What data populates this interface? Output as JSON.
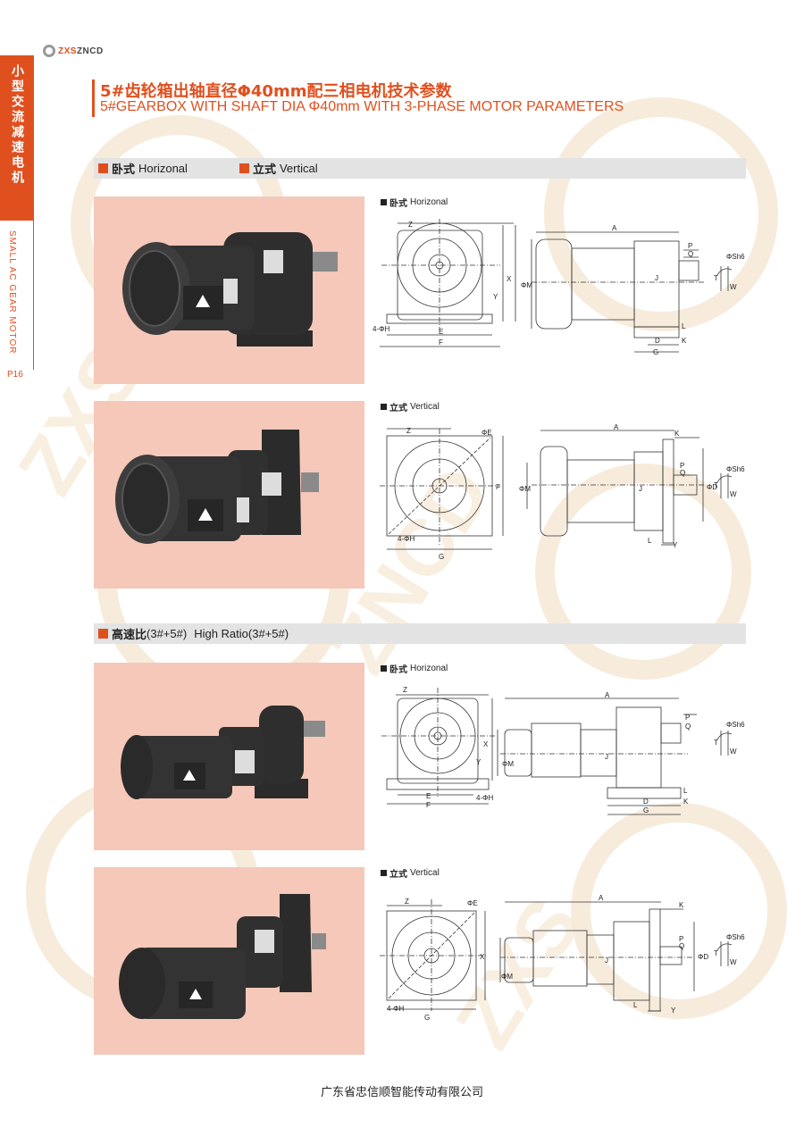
{
  "brand": {
    "logo_a": "ZXS",
    "logo_b": "ZNCD"
  },
  "side": {
    "cn": "小型交流减速电机",
    "en": "SMALL AC GEAR MOTOR",
    "page": "P16"
  },
  "title": {
    "cn": "5#齿轮箱出轴直径Φ40mm配三相电机技术参数",
    "en": "5#GEARBOX WITH SHAFT DIA Φ40mm WITH 3-PHASE MOTOR PARAMETERS"
  },
  "section1": {
    "horizontal_cn": "卧式",
    "horizontal_en": "Horizonal",
    "vertical_cn": "立式",
    "vertical_en": "Vertical"
  },
  "section2": {
    "cn": "高速比",
    "ratio": "(3#+5#)",
    "en": "High Ratio(3#+5#)"
  },
  "drawings": {
    "horizontal_cn": "卧式",
    "horizontal_en": "Horizonal",
    "vertical_cn": "立式",
    "vertical_en": "Vertical"
  },
  "dims": {
    "Z": "Z",
    "A": "A",
    "X": "X",
    "Y": "Y",
    "E": "E",
    "F": "F",
    "G": "G",
    "D": "D",
    "K": "K",
    "L": "L",
    "P": "P",
    "Q": "Q",
    "J": "J",
    "M": "ΦM",
    "H": "4-ΦH",
    "S": "ΦSh6",
    "T": "T",
    "W": "W",
    "PE": "ΦE",
    "PD": "ΦD"
  },
  "footer": "广东省忠信顺智能传动有限公司",
  "colors": {
    "accent": "#e0501f",
    "photo_bg": "#f5c8b9",
    "bar_bg": "#e3e3e3"
  }
}
